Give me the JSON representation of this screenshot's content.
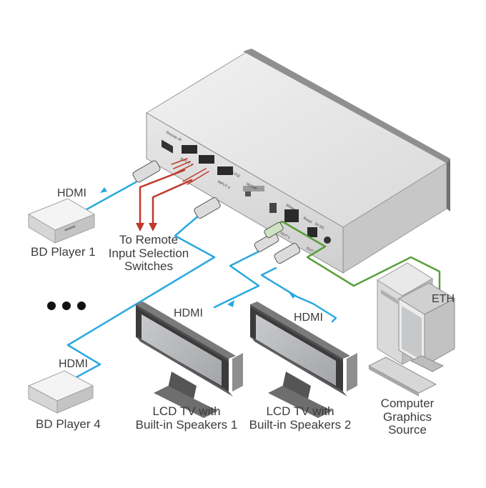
{
  "labels": {
    "hdmi_bd1": "HDMI",
    "bd_player_1": "BD Player 1",
    "remote_line1": "To Remote",
    "remote_line2": "Input Selection",
    "remote_line3": "Switches",
    "hdmi_bd4": "HDMI",
    "bd_player_4": "BD Player 4",
    "hdmi_tv1": "HDMI",
    "tv1_line1": "LCD TV with",
    "tv1_line2": "Built-in Speakers 1",
    "hdmi_tv2": "HDMI",
    "tv2_line1": "LCD TV with",
    "tv2_line2": "Built-in Speakers 2",
    "eth": "ETH",
    "computer_line1": "Computer",
    "computer_line2": "Graphics",
    "computer_line3": "Source"
  },
  "device_panel": {
    "remote_ir": "Remote IR",
    "input1": "INPUT 1",
    "input4": "INPUT 4",
    "rs232": "RS-232",
    "setup": "SETUP",
    "ethernet": "Ethernet",
    "reset": "Reset",
    "dc": "5V DC",
    "out1": "OUT 1",
    "out2": "OUT 2"
  },
  "colors": {
    "hdmi_cable": "#29a8e0",
    "remote_wire": "#c0392b",
    "eth_cable": "#5a9e3a",
    "device_body": "#e6e6e6",
    "monitor_screen": "#b8b9bb"
  }
}
